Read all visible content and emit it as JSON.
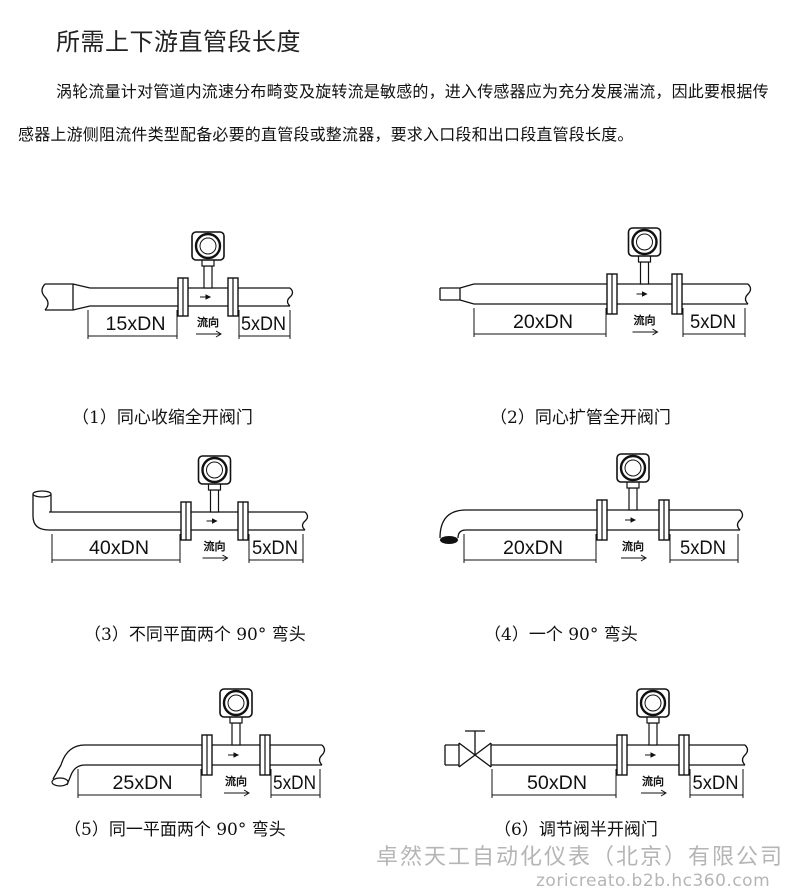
{
  "title": "所需上下游直管段长度",
  "paragraph": "涡轮流量计对管道内流速分布畸变及旋转流是敏感的，进入传感器应为充分发展湍流，因此要根据传感器上游侧阻流件类型配备必要的直管段或整流器，要求入口段和出口段直管段长度。",
  "flow_label": "流向",
  "diagrams": [
    {
      "upstream": "15xDN",
      "downstream": "5xDN",
      "caption": "（1）同心收缩全开阀门"
    },
    {
      "upstream": "20xDN",
      "downstream": "5xDN",
      "caption": "（2）同心扩管全开阀门"
    },
    {
      "upstream": "40xDN",
      "downstream": "5xDN",
      "caption": "（3）不同平面两个 90° 弯头"
    },
    {
      "upstream": "20xDN",
      "downstream": "5xDN",
      "caption": "（4）一个 90° 弯头"
    },
    {
      "upstream": "25xDN",
      "downstream": "5xDN",
      "caption": "（5）同一平面两个 90° 弯头"
    },
    {
      "upstream": "50xDN",
      "downstream": "5xDN",
      "caption": "（6）调节阀半开阀门"
    }
  ],
  "watermark": {
    "company": "卓然天工自动化仪表（北京）有限公司",
    "url": "zoricreato.b2b.hc360.com"
  }
}
